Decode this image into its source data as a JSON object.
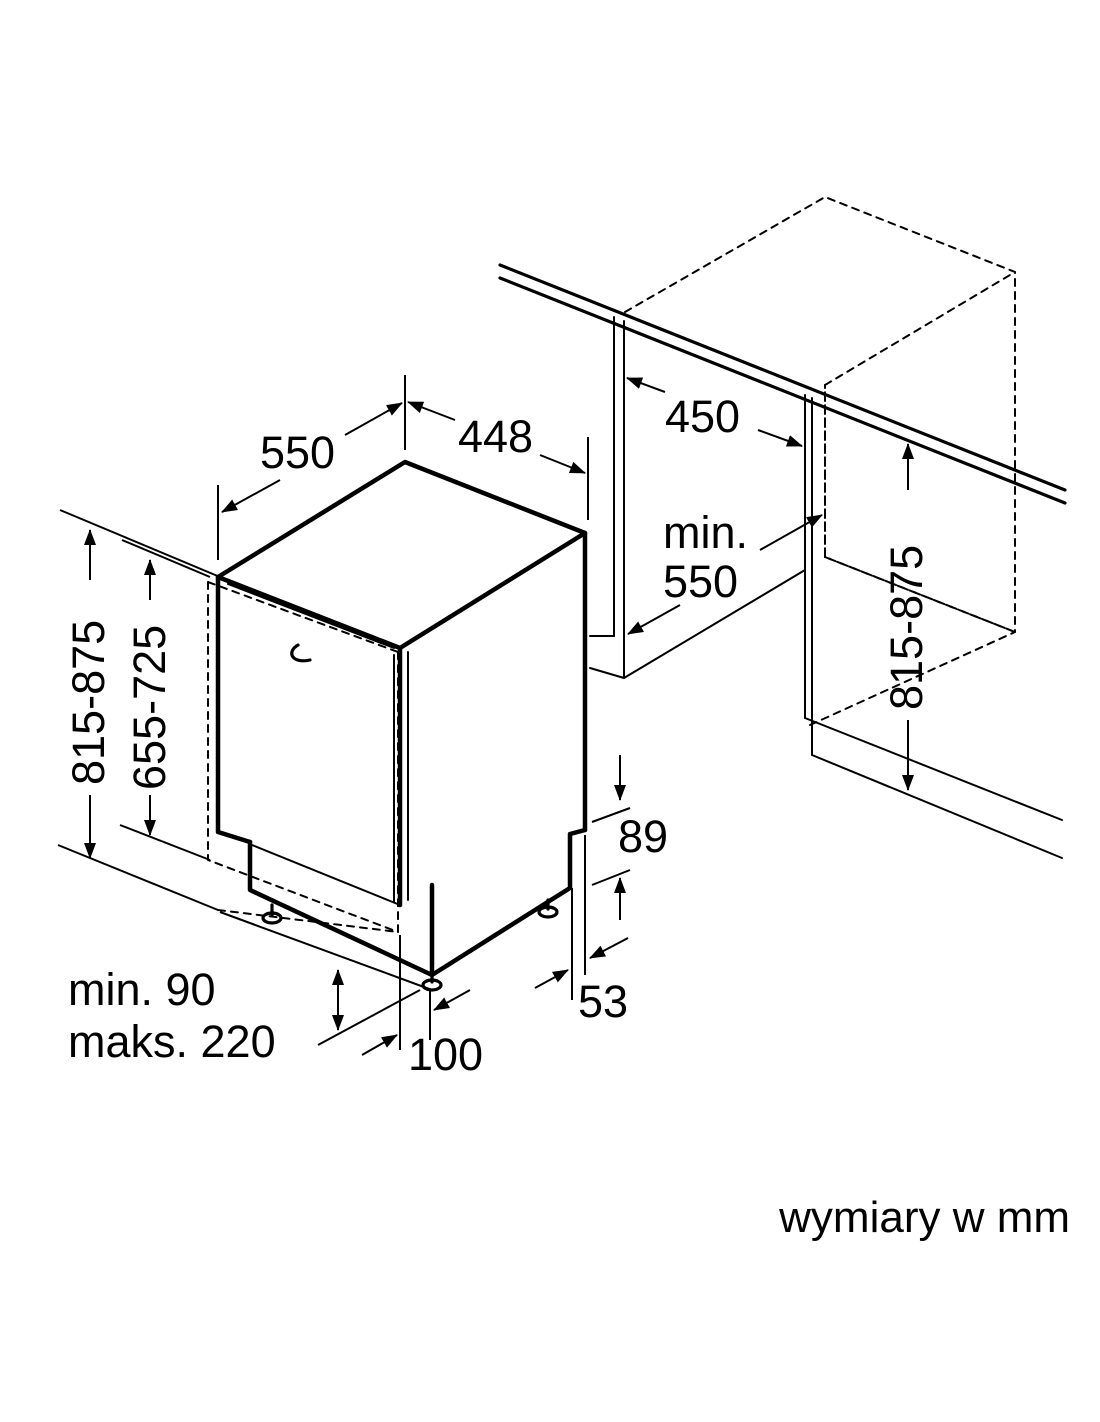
{
  "dimensions": {
    "width_548": "550",
    "depth_448": "448",
    "niche_depth_450": "450",
    "niche_min_label": "min.",
    "niche_min_value": "550",
    "height_outer": "815-875",
    "height_inner": "655-725",
    "niche_height": "815-875",
    "plinth_89": "89",
    "plinth_53": "53",
    "plinth_100": "100",
    "plinth_min_label": "min. 90",
    "plinth_max_label": "maks. 220"
  },
  "footer": {
    "units_note": "wymiary w mm"
  }
}
